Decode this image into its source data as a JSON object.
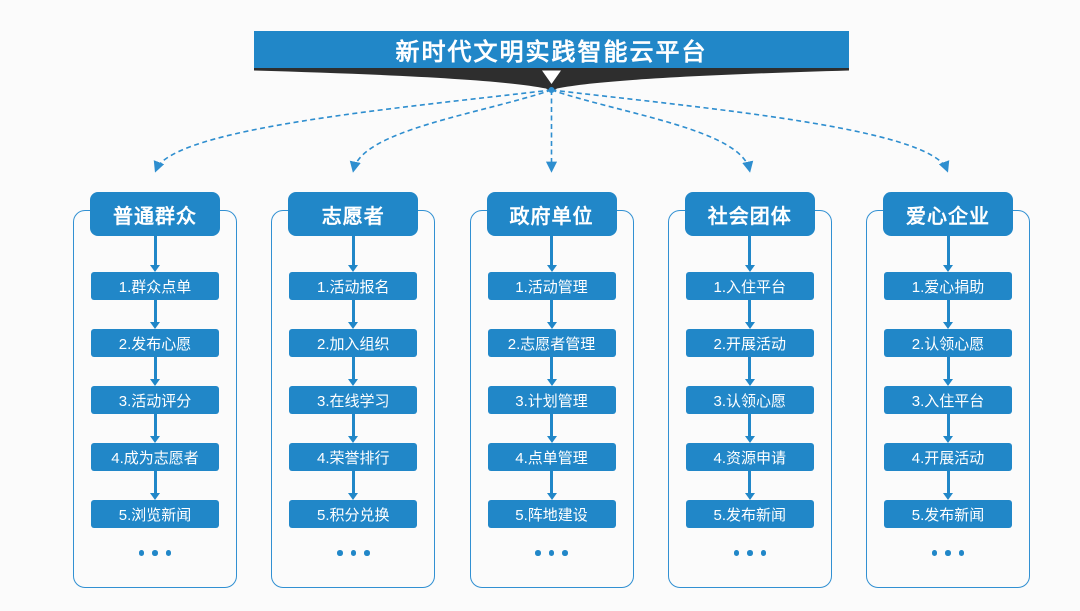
{
  "palette": {
    "primary": "#2187C8",
    "dash": "#2E8ECF",
    "ribbon_dark": "#2E2E2E",
    "outline": "#3190D2",
    "background": "#FBFBFB",
    "text_on_primary": "#FFFFFF"
  },
  "title": "新时代文明实践智能云平台",
  "more_indicator": "...",
  "columns": [
    {
      "header": "普通群众",
      "items": [
        "1.群众点单",
        "2.发布心愿",
        "3.活动评分",
        "4.成为志愿者",
        "5.浏览新闻"
      ]
    },
    {
      "header": "志愿者",
      "items": [
        "1.活动报名",
        "2.加入组织",
        "3.在线学习",
        "4.荣誉排行",
        "5.积分兑换"
      ]
    },
    {
      "header": "政府单位",
      "items": [
        "1.活动管理",
        "2.志愿者管理",
        "3.计划管理",
        "4.点单管理",
        "5.阵地建设"
      ]
    },
    {
      "header": "社会团体",
      "items": [
        "1.入住平台",
        "2.开展活动",
        "3.认领心愿",
        "4.资源申请",
        "5.发布新闻"
      ]
    },
    {
      "header": "爱心企业",
      "items": [
        "1.爱心捐助",
        "2.认领心愿",
        "3.入住平台",
        "4.开展活动",
        "5.发布新闻"
      ]
    }
  ]
}
